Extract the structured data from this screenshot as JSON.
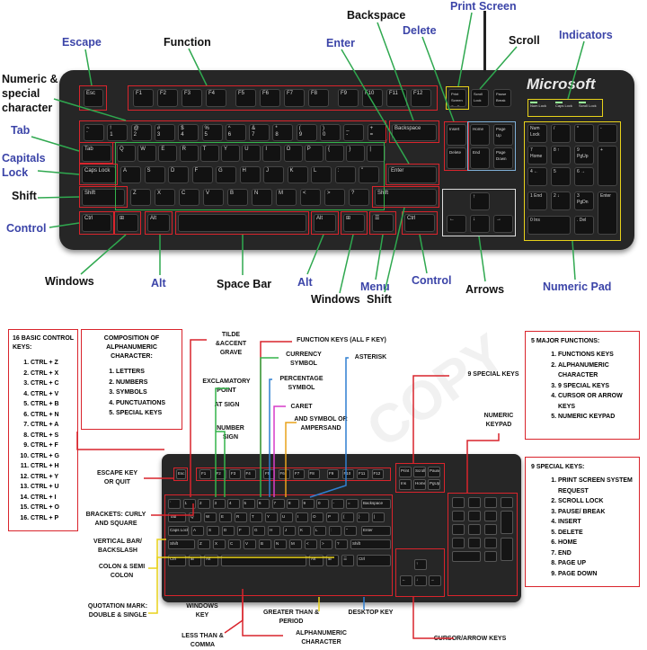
{
  "top": {
    "brand": "Microsoft",
    "labels": {
      "escape": "Escape",
      "function": "Function",
      "backspace": "Backspace",
      "print_screen": "Print Screen",
      "enter": "Enter",
      "delete": "Delete",
      "scroll": "Scroll",
      "indicators": "Indicators",
      "numeric_special": "Numeric &\nspecial\ncharacter",
      "tab": "Tab",
      "capitals_lock": "Capitals\nLock",
      "shift_left": "Shift",
      "control_left": "Control",
      "windows_left": "Windows",
      "alt_left": "Alt",
      "space_bar": "Space Bar",
      "alt_right": "Alt",
      "windows_right": "Windows",
      "menu": "Menu",
      "shift_right": "Shift",
      "control_right": "Control",
      "arrows": "Arrows",
      "numeric_pad": "Numeric Pad"
    },
    "keys": {
      "esc": "Esc",
      "f_keys": [
        "F1",
        "F2",
        "F3",
        "F4",
        "F5",
        "F6",
        "F7",
        "F8",
        "F9",
        "F10",
        "F11",
        "F12"
      ],
      "num_row": [
        "~",
        "!",
        "@",
        "#",
        "$",
        "%",
        "^",
        "&",
        "*",
        "(",
        ")",
        "_",
        "+"
      ],
      "num_row_low": [
        "`",
        "1",
        "2",
        "3",
        "4",
        "5",
        "6",
        "7",
        "8",
        "9",
        "0",
        "-",
        "="
      ],
      "backspace": "Backspace",
      "tab": "Tab",
      "q_row": [
        "Q",
        "W",
        "E",
        "R",
        "T",
        "Y",
        "U",
        "I",
        "O",
        "P",
        "{",
        "}",
        "|"
      ],
      "caps": "Caps Lock",
      "a_row": [
        "A",
        "S",
        "D",
        "F",
        "G",
        "H",
        "J",
        "K",
        "L",
        ":",
        "\""
      ],
      "enter": "Enter",
      "shift": "Shift",
      "z_row": [
        "Z",
        "X",
        "C",
        "V",
        "B",
        "N",
        "M",
        "<",
        ">",
        "?"
      ],
      "shift_r": "Shift",
      "ctrl": "Ctrl",
      "alt": "Alt",
      "alt_r": "Alt",
      "ctrl_r": "Ctrl",
      "print": "Print Screen SysRq",
      "scroll": "Scroll Lock",
      "pause": "Pause Break",
      "insert": "Insert",
      "home": "Home",
      "page_up": "Page Up",
      "delete": "Delete",
      "end": "End",
      "page_down": "Page Down",
      "ind_num": "Num Lock",
      "ind_caps": "Caps Lock",
      "ind_scroll": "Scroll Lock",
      "numpad": [
        [
          "Num Lock",
          "/",
          "*",
          "-"
        ],
        [
          "7 Home",
          "8 ↑",
          "9 PgUp",
          "+"
        ],
        [
          "4 ←",
          "5",
          "6 →",
          ""
        ],
        [
          "1 End",
          "2 ↓",
          "3 PgDn",
          "Enter"
        ],
        [
          "0 Ins",
          "",
          ". Del",
          ""
        ]
      ]
    }
  },
  "bottom": {
    "control_keys": {
      "title": "16 BASIC CONTROL KEYS:",
      "items": [
        "CTRL + Z",
        "CTRL + X",
        "CTRL + C",
        "CTRL + V",
        "CTRL + B",
        "CTRL + N",
        "CTRL + A",
        "CTRL + S",
        "CTRL + F",
        "CTRL + G",
        "CTRL + H",
        "CTRL + Y",
        "CTRL + U",
        "CTRL + I",
        "CTRL + O",
        "CTRL + P"
      ]
    },
    "composition": {
      "title": "COMPOSITION OF ALPHANUMERIC CHARACTER:",
      "items": [
        "LETTERS",
        "NUMBERS",
        "SYMBOLS",
        "PUNCTUATIONS",
        "SPECIAL KEYS"
      ]
    },
    "major_functions": {
      "title": "5 MAJOR FUNCTIONS:",
      "items": [
        "FUNCTIONS KEYS",
        "ALPHANUMERIC CHARACTER",
        "9 SPECIAL KEYS",
        "CURSOR OR ARROW KEYS",
        "NUMERIC KEYPAD"
      ]
    },
    "special_keys": {
      "title": "9 SPECIAL KEYS:",
      "items": [
        "PRINT SCREEN SYSTEM REQUEST",
        "SCROLL LOCK",
        "PAUSE/ BREAK",
        "INSERT",
        "DELETE",
        "HOME",
        "END",
        "PAGE UP",
        "PAGE DOWN"
      ]
    },
    "labels": {
      "tilde": "TILDE &ACCENT GRAVE",
      "function_keys": "FUNCTION KEYS (ALL F KEY)",
      "currency": "CURRENCY SYMBOL",
      "asterisk": "ASTERISK",
      "exclamatory": "EXCLAMATORY POINT",
      "percentage": "PERCENTAGE SYMBOL",
      "nine_special": "9 SPECIAL KEYS",
      "at_sign": "AT SIGN",
      "caret": "CARET",
      "numeric_keypad": "NUMERIC KEYPAD",
      "and_symbol": "AND SYMBOL OR AMPERSAND",
      "number_sign": "NUMBER SIGN",
      "escape_key": "ESCAPE KEY OR QUIT",
      "brackets": "BRACKETS: CURLY AND SQUARE",
      "vertical_bar": "VERTICAL BAR/ BACKSLASH",
      "colon": "COLON & SEMI COLON",
      "quotation": "QUOTATION MARK: DOUBLE & SINGLE",
      "windows_key": "WINDOWS KEY",
      "greater_than": "GREATER THAN & PERIOD",
      "desktop_key": "DESKTOP KEY",
      "less_than": "LESS THAN & COMMA",
      "alphanumeric": "ALPHANUMERIC CHARACTER",
      "cursor_arrow": "CURSOR/ARROW KEYS"
    },
    "watermark": "COPY"
  },
  "colors": {
    "red": "#d9242c",
    "green": "#33b34a",
    "yellow": "#e8d21a",
    "blue_label": "#3b44a8",
    "keyboard": "#262626"
  }
}
